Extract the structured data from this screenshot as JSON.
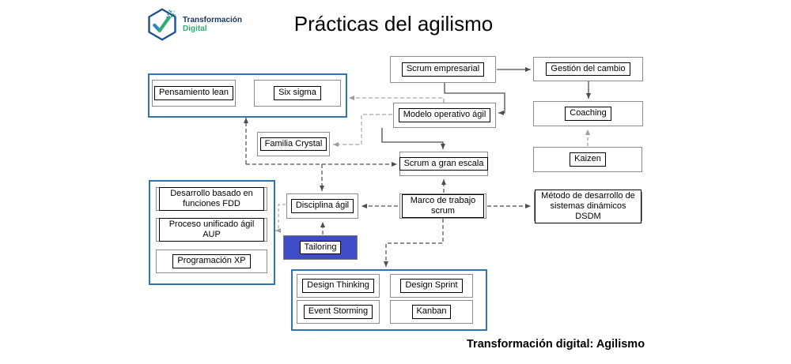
{
  "header": {
    "logo": {
      "icon": "hexagon-check-icon",
      "line1": "Transformación",
      "line2": "Digital"
    },
    "title": "Prácticas del agilismo"
  },
  "diagram": {
    "nodes": {
      "scrum_empresarial": "Scrum empresarial",
      "gestion_cambio": "Gestión del cambio",
      "modelo_operativo": "Modelo operativo ágil",
      "coaching": "Coaching",
      "kaizen": "Kaizen",
      "pensamiento_lean": "Pensamiento lean",
      "six_sigma": "Six sigma",
      "familia_crystal": "Familia Crystal",
      "scrum_gran_escala": "Scrum a gran escala",
      "disciplina_agil": "Disciplina ágil",
      "marco_trabajo": "Marco de trabajo scrum",
      "dsdm": "Método de desarrollo de sistemas dinámicos DSDM",
      "fdd": "Desarrollo basado en funciones FDD",
      "aup": "Proceso unificado ágil AUP",
      "xp": "Programación XP",
      "tailoring": "Tailoring",
      "design_thinking": "Design Thinking",
      "design_sprint": "Design Sprint",
      "event_storming": "Event Storming",
      "kanban": "Kanban"
    }
  },
  "footer": {
    "caption": "Transformación digital: Agilismo"
  },
  "colors": {
    "group_border": "#2e75b6",
    "tailoring_fill": "#3f4cc8",
    "line_dark": "#4d4d4d",
    "line_gray": "#a6a6a6",
    "logo_navy": "#17365d",
    "logo_green": "#2fae70"
  }
}
